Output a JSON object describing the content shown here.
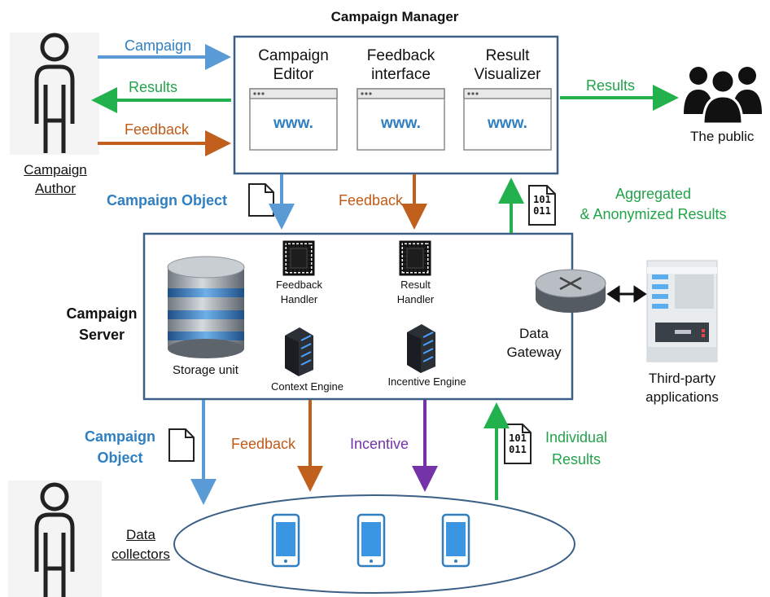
{
  "campaign_manager": {
    "title": "Campaign Manager",
    "modules": [
      {
        "line1": "Campaign",
        "line2": "Editor",
        "screen_text": "www."
      },
      {
        "line1": "Feedback",
        "line2": "interface",
        "screen_text": "www."
      },
      {
        "line1": "Result",
        "line2": "Visualizer",
        "screen_text": "www."
      }
    ]
  },
  "campaign_author": {
    "line1": "Campaign",
    "line2": "Author"
  },
  "the_public": {
    "label": "The public"
  },
  "top_flows": {
    "campaign": "Campaign",
    "results_back": "Results",
    "feedback_in": "Feedback",
    "results_public": "Results"
  },
  "mid_flows": {
    "campaign_object": "Campaign Object",
    "feedback": "Feedback",
    "aggregated_line1": "Aggregated",
    "aggregated_line2": "& Anonymized Results"
  },
  "campaign_server": {
    "title_line1": "Campaign",
    "title_line2": "Server",
    "storage_unit": "Storage unit",
    "feedback_handler_line1": "Feedback",
    "feedback_handler_line2": "Handler",
    "result_handler_line1": "Result",
    "result_handler_line2": "Handler",
    "context_engine": "Context Engine",
    "incentive_engine": "Incentive Engine",
    "data_gateway_line1": "Data",
    "data_gateway_line2": "Gateway"
  },
  "third_party": {
    "line1": "Third-party",
    "line2": "applications"
  },
  "binary_icon": {
    "line1": "101",
    "line2": "011"
  },
  "bottom_flows": {
    "campaign_object_line1": "Campaign",
    "campaign_object_line2": "Object",
    "feedback": "Feedback",
    "incentive": "Incentive",
    "individual_line1": "Individual",
    "individual_line2": "Results"
  },
  "data_collectors": {
    "line1": "Data",
    "line2": "collectors"
  },
  "colors": {
    "blue": "#5b9bd5",
    "green": "#22b14c",
    "orange": "#c0601c",
    "purple": "#7433a8",
    "border": "#3b5f86"
  }
}
